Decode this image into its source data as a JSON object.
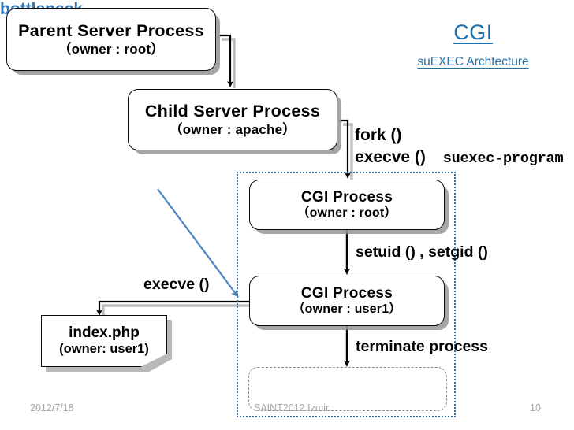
{
  "title": {
    "main": "CGI",
    "subtitle": "suEXEC Archtecture",
    "color": "#1f6fa8"
  },
  "boxes": {
    "parent": {
      "name": "Parent Server Process",
      "owner": "（owner : root）"
    },
    "child": {
      "name": "Child Server Process",
      "owner": "（owner : apache）"
    },
    "cgi_root": {
      "name": "CGI Process",
      "owner": "（owner : root）"
    },
    "cgi_user": {
      "name": "CGI Process",
      "owner": "（owner : user1）"
    },
    "document": {
      "name": "index.php",
      "owner": "(owner: user1)"
    }
  },
  "labels": {
    "fork": "fork ()",
    "execve_suexec_call": "execve ()",
    "execve_suexec_target": "suexec-program",
    "setuid": "setuid () , setgid ()",
    "terminate": "terminate process",
    "execve_left": "execve ()",
    "bottleneck": "bottleneck",
    "bottleneck_color": "#2e75b6"
  },
  "region": {
    "name": "suexec-region",
    "border_color": "#3a6ea5"
  },
  "footer": {
    "date": "2012/7/18",
    "center": "SAINT2012 Izmir",
    "page": "10"
  }
}
